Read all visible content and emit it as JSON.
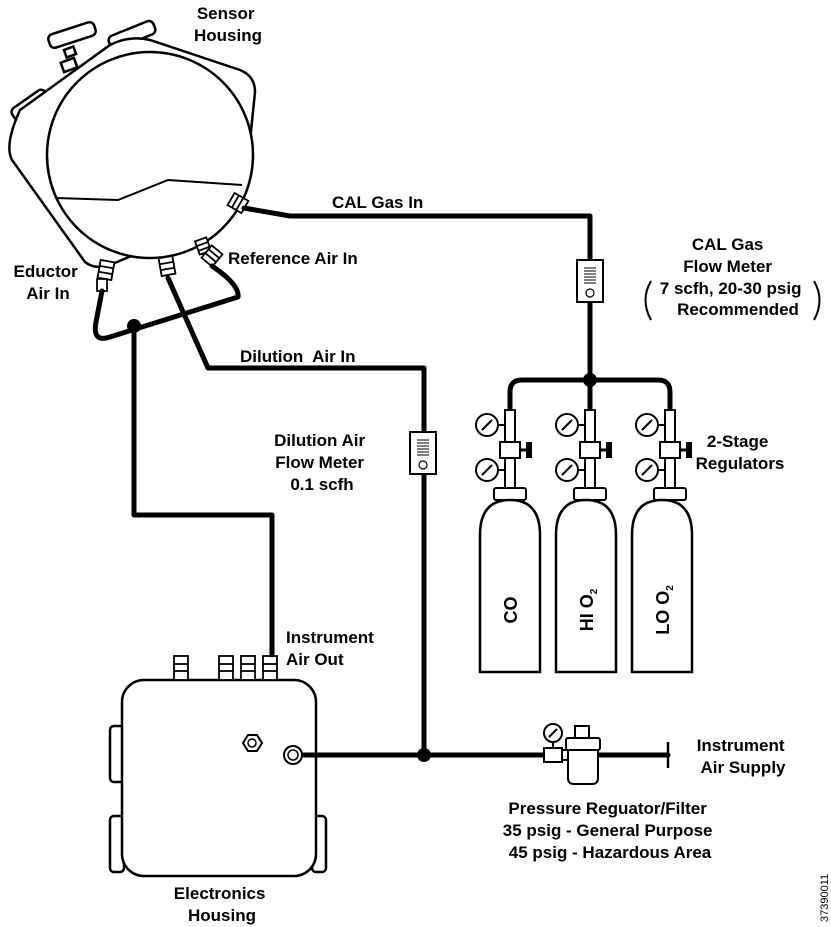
{
  "labels": {
    "sensor_housing": [
      "Sensor",
      "Housing"
    ],
    "cal_gas_in": "CAL Gas In",
    "reference_air_in": "Reference Air In",
    "eductor_air_in": [
      "Eductor",
      "Air In"
    ],
    "dilution_air_in": "Dilution  Air In",
    "cal_gas_flow_meter": [
      "CAL Gas",
      "Flow Meter",
      "7 scfh, 20-30 psig",
      "Recommended"
    ],
    "dilution_air_flow_meter": [
      "Dilution Air",
      "Flow Meter",
      "0.1 scfh"
    ],
    "two_stage_regulators": [
      "2-Stage",
      "Regulators"
    ],
    "instrument_air_out": [
      "Instrument",
      "Air Out"
    ],
    "instrument_air_supply": [
      "Instrument",
      "Air Supply"
    ],
    "pressure_regulator": [
      "Pressure Reguator/Filter",
      "35 psig - General Purpose",
      "45 psig - Hazardous Area"
    ],
    "electronics_housing": [
      "Electronics",
      "Housing"
    ],
    "figure_number": "37390011"
  },
  "cylinders": [
    {
      "main": "CO",
      "sub": ""
    },
    {
      "main": "HI O",
      "sub": "2"
    },
    {
      "main": "LO O",
      "sub": "2"
    }
  ],
  "colors": {
    "line": "#000000",
    "fill": "#ffffff"
  }
}
